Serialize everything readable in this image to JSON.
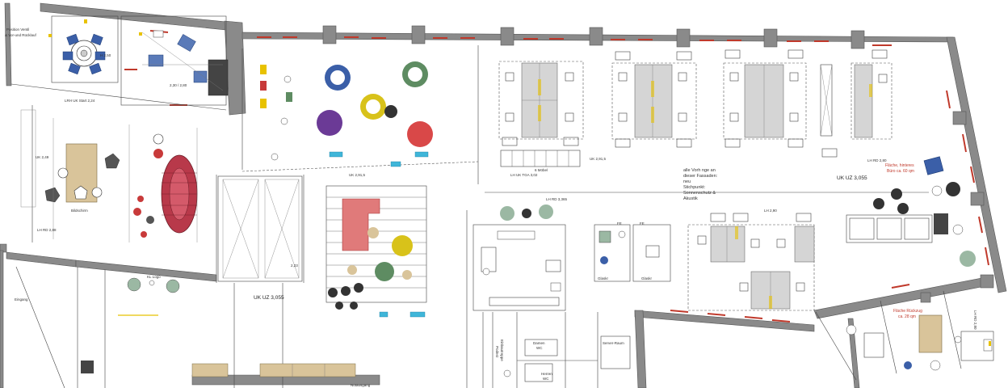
{
  "labels": {
    "position": "Position Ventil",
    "position2": "& Vor-und Rücklauf",
    "lrh_uk": "LRH UK Start 2,24",
    "dim_230": "2,30 / 2,80",
    "dim_250": "H 2,50",
    "uk_249": "UK 2,49",
    "lh_rd_288": "LH RD 2,88",
    "bildschirm": "Bildschirm",
    "kl_logo": "KL Logo",
    "eingang": "Eingang",
    "uk_uz_left": "UK UZ 3,055",
    "dim_223": "2,23",
    "uk_2915": "UK 2,91,5",
    "lh_uk_tga": "LH UK TGA 3,02",
    "moebel": "6 Möbel",
    "uk_2915b": "UK 2,91,5",
    "lh_rd_3365": "LH RD 3,365",
    "lh_290": "LH 2,90",
    "lh_rd_280": "LH RD 2,80",
    "uk_uz_right": "UK UZ 3,055",
    "flaeche": "Fläche, hinteres",
    "flaeche2": "Büro ca. 60 qm",
    "note1": "alle Vorh nge an",
    "note2": "dieser Fassaden:",
    "note3": "neu",
    "note4": "Stichpunkt:",
    "note5": "Sonnenschutz &",
    "note6": "Akustik",
    "fe1": "FE",
    "fe2": "FE",
    "glaskabine1": "Glaskr",
    "glaskabine2": "Glaskr",
    "damen": "Damen",
    "damen_wc": "WC",
    "herren": "Herren",
    "herren_wc": "WC",
    "server": "Server-Raum",
    "notausgang": "Notausgang",
    "podest": "Podest",
    "einbautreppe": "Einbautreppe",
    "rueckzug1": "Fläche Rückzug",
    "rueckzug2": "ca. 28 qm",
    "lh_rd_right": "LH RD 2,80"
  },
  "colors": {
    "wall": "#8a8a8a",
    "facade_red": "#c0392b",
    "accent_blue": "#3b5fa8",
    "accent_yellow": "#d8c21a",
    "accent_green": "#5e8c62",
    "accent_purple": "#6b3a96",
    "accent_red": "#d94848",
    "accent_cyan": "#3fb6d9",
    "wood": "#d9c49a",
    "sofa_red": "#b8394a"
  }
}
